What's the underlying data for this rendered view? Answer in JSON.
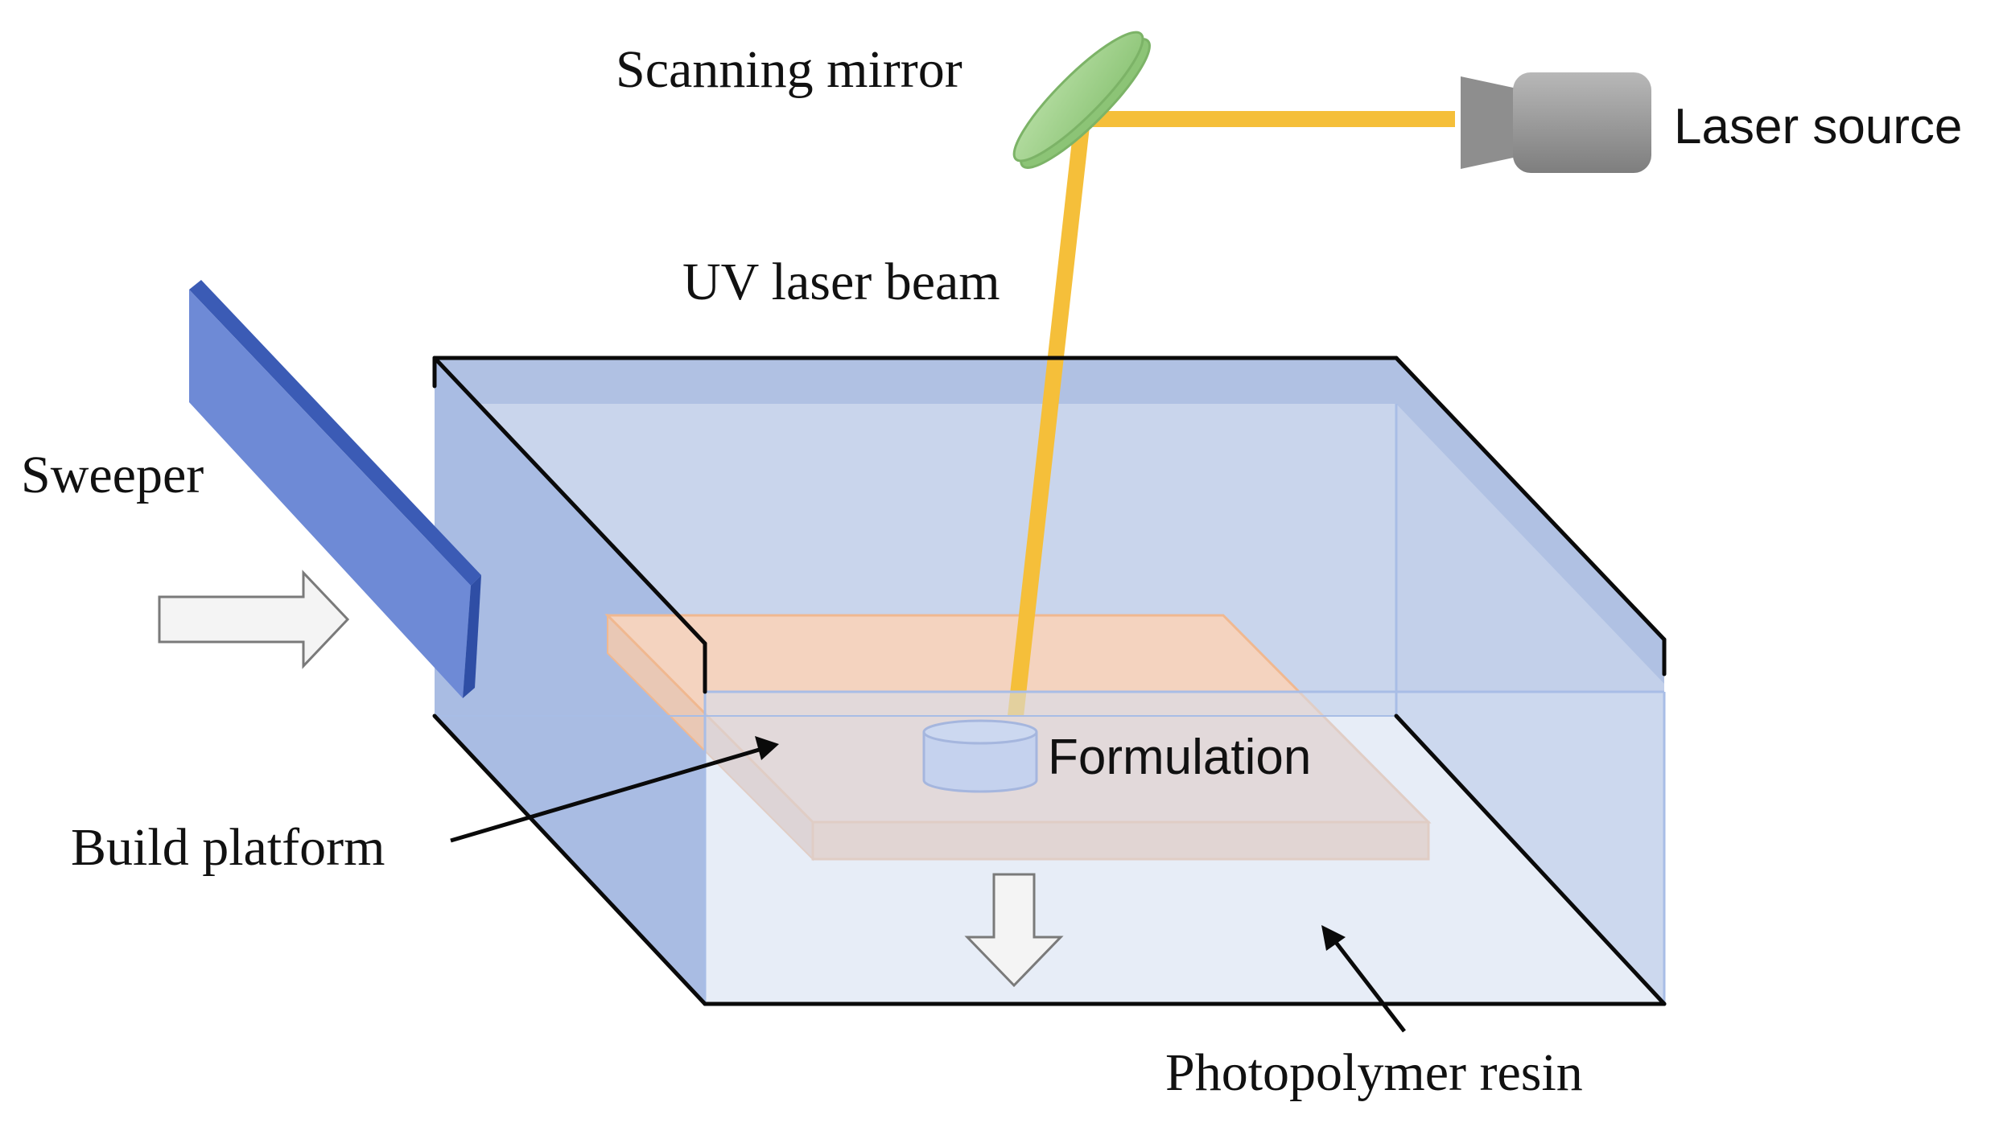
{
  "labels": {
    "scanning_mirror": "Scanning mirror",
    "laser_source": "Laser source",
    "uv_laser_beam": "UV laser beam",
    "sweeper": "Sweeper",
    "formulation": "Formulation",
    "build_platform": "Build platform",
    "photopolymer_resin": "Photopolymer resin"
  },
  "colors": {
    "tank_fill": "#c9d5ec",
    "tank_top_band": "#b0c1e3",
    "tank_left_face": "#a9bce3",
    "tank_front_face": "#d3def0",
    "tank_edge": "#0a0a0a",
    "platform_fill": "#f4d3bf",
    "platform_edge": "#f0b890",
    "laser_beam": "#f5bf3a",
    "mirror": "#9fd08a",
    "mirror_edge": "#7cb367",
    "laser_body": "#9a9a9a",
    "sweeper_front": "#6e8ad6",
    "sweeper_side": "#3b5bb5",
    "formulation_fill": "#b3c4ec",
    "arrow_fill": "#f4f4f4"
  }
}
